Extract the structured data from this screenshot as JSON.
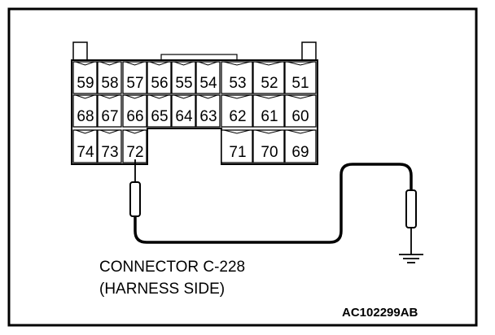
{
  "connector": {
    "pins_row1": [
      "59",
      "58",
      "57",
      "56",
      "55",
      "54",
      "53",
      "52",
      "51"
    ],
    "pins_row2": [
      "68",
      "67",
      "66",
      "65",
      "64",
      "63",
      "62",
      "61",
      "60"
    ],
    "pins_row3_left": [
      "74",
      "73",
      "72"
    ],
    "pins_row3_right": [
      "71",
      "70",
      "69"
    ]
  },
  "caption": {
    "line1": "CONNECTOR C-228",
    "line2": "(HARNESS SIDE)"
  },
  "reference_code": "AC102299AB"
}
